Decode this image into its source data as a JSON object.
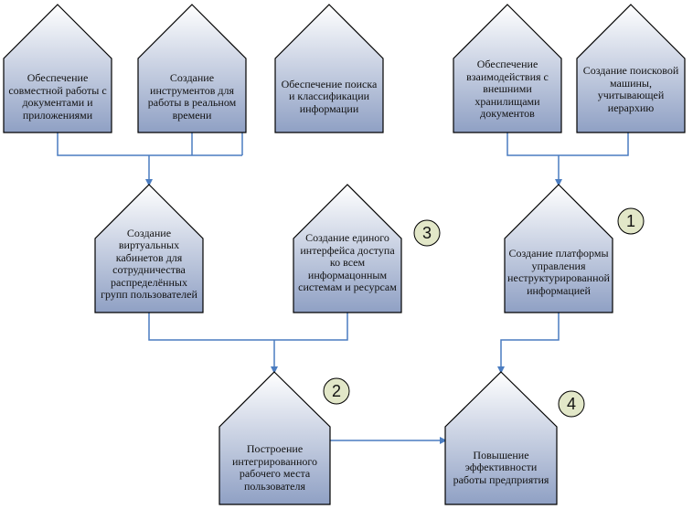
{
  "colors": {
    "shape_top": "#ffffff",
    "shape_bottom": "#8fa0c4",
    "shape_border": "#000000",
    "connector": "#4a7cc0",
    "badge_fill": "#e2e7c8"
  },
  "nodes": {
    "docs_collab": "Обеспечение совместной работы с документами и приложениями",
    "realtime_tools": "Создание инструментов для работы в реальном времени",
    "search_classify": "Обеспечение поиска и классификации информации",
    "external_storage": "Обеспечение взаимодействия с внешними хранилищами документов",
    "search_engine": "Создание поисковой машины, учитывающей иерархию",
    "virtual_cabinets": "Создание виртуальных кабинетов для сотрудничества распределённых групп пользователей",
    "unified_interface": "Создание единого интерфейса доступа ко всем информацонным системам и ресурсам",
    "unstructured_platform": "Создание платформы управления неструктурированной информацией",
    "integrated_workplace": "Построение интегрированного рабочего места пользователя",
    "efficiency": "Повышение эффективности работы предприятия"
  },
  "badges": {
    "one": "1",
    "two": "2",
    "three": "3",
    "four": "4"
  }
}
